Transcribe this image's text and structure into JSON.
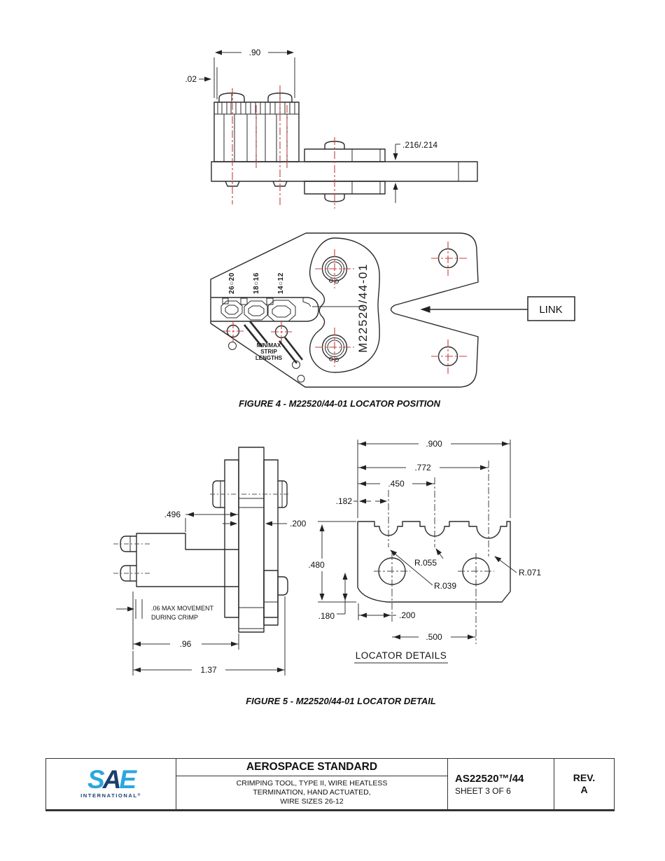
{
  "colors": {
    "centerline_red": "#c43f3f",
    "drawing_line": "#2b2b2b",
    "logo_blue": "#2AA7DF",
    "logo_navy": "#1C3E6E"
  },
  "figure4": {
    "caption": "FIGURE 4 - M22520/44-01 LOCATOR POSITION",
    "side_view": {
      "dim_width": ".90",
      "dim_offset": ".02",
      "dim_thickness": ".216/.214"
    },
    "head_view": {
      "part_marking": "M22520/44-01",
      "cavity_labels": [
        "26○20",
        "18○16",
        "14○12"
      ],
      "strip_note": [
        "MIN/MAX",
        "STRIP",
        "LENGTHS"
      ],
      "link_label": "LINK"
    }
  },
  "figure5": {
    "caption": "FIGURE 5 - M22520/44-01 LOCATOR DETAIL",
    "left_view": {
      "dim_496": ".496",
      "dim_200": ".200",
      "movement_note": [
        ".06 MAX MOVEMENT",
        "DURING CRIMP"
      ],
      "dim_96": ".96",
      "dim_137": "1.37"
    },
    "detail_view": {
      "title": "LOCATOR DETAILS",
      "dim_900": ".900",
      "dim_772": ".772",
      "dim_450": ".450",
      "dim_182": ".182",
      "dim_480": ".480",
      "dim_180": ".180",
      "dim_200": ".200",
      "dim_500": ".500",
      "r_055": "R.055",
      "r_039": "R.039",
      "r_071": "R.071"
    }
  },
  "footer": {
    "logo": {
      "s": "S",
      "a": "A",
      "e": "E",
      "subtitle": "INTERNATIONAL",
      "reg": "®"
    },
    "standard_type": "AEROSPACE STANDARD",
    "title_lines": [
      "CRIMPING TOOL, TYPE II, WIRE HEATLESS",
      "TERMINATION, HAND ACTUATED,",
      "WIRE SIZES 26-12"
    ],
    "document_number": "AS22520™/44",
    "sheet": "SHEET 3 OF 6",
    "rev_label": "REV.",
    "rev_value": "A"
  }
}
